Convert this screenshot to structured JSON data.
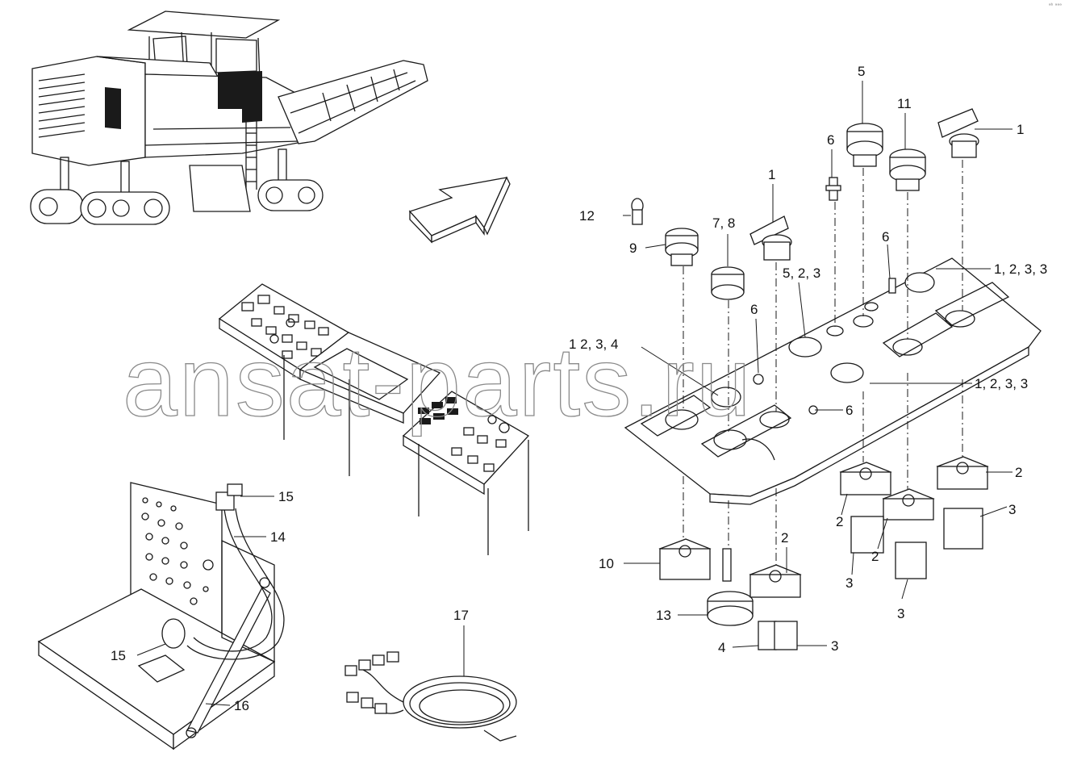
{
  "diagram": {
    "watermark": "ansat-parts.ru",
    "corner_mark": "ᵃᵇ ᵃᵃᵃ",
    "callouts": [
      {
        "id": "c5",
        "text": "5"
      },
      {
        "id": "c11",
        "text": "11"
      },
      {
        "id": "c1a",
        "text": "1"
      },
      {
        "id": "c6a",
        "text": "6"
      },
      {
        "id": "c1b",
        "text": "1"
      },
      {
        "id": "c12",
        "text": "12"
      },
      {
        "id": "c78",
        "text": "7, 8"
      },
      {
        "id": "c9",
        "text": "9"
      },
      {
        "id": "c6b",
        "text": "6"
      },
      {
        "id": "c1233a",
        "text": "1, 2, 3, 3"
      },
      {
        "id": "c523",
        "text": "5, 2, 3"
      },
      {
        "id": "c6c",
        "text": "6"
      },
      {
        "id": "c1234",
        "text": "1  2, 3, 4"
      },
      {
        "id": "c1233b",
        "text": "1, 2, 3, 3"
      },
      {
        "id": "c6d",
        "text": "6"
      },
      {
        "id": "c2a",
        "text": "2"
      },
      {
        "id": "c2b",
        "text": "2"
      },
      {
        "id": "c3a",
        "text": "3"
      },
      {
        "id": "c2c",
        "text": "2"
      },
      {
        "id": "c2d",
        "text": "2"
      },
      {
        "id": "c3b",
        "text": "3"
      },
      {
        "id": "c3c",
        "text": "3"
      },
      {
        "id": "c10",
        "text": "10"
      },
      {
        "id": "c13",
        "text": "13"
      },
      {
        "id": "c4",
        "text": "4"
      },
      {
        "id": "c3d",
        "text": "3"
      },
      {
        "id": "c15a",
        "text": "15"
      },
      {
        "id": "c14",
        "text": "14"
      },
      {
        "id": "c15b",
        "text": "15"
      },
      {
        "id": "c16",
        "text": "16"
      },
      {
        "id": "c17",
        "text": "17"
      }
    ]
  },
  "icons": {
    "direction_arrow": "arrow-icon",
    "machine": "milling-machine-icon"
  },
  "colors": {
    "line": "#1a1a1a",
    "watermark": "#8a8a8a",
    "background": "#ffffff"
  }
}
